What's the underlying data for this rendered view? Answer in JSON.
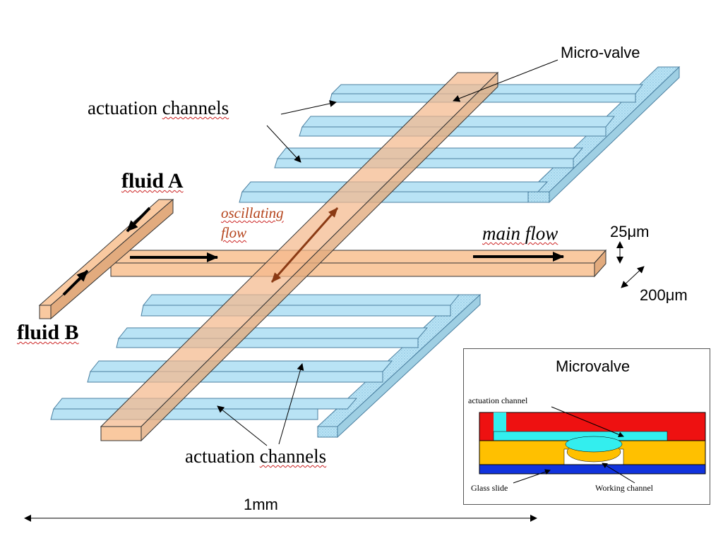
{
  "labels": {
    "micro_valve": "Micro-valve",
    "actuation_channels_top": "actuation channels",
    "actuation_channels_bottom": "actuation channels",
    "fluid_a": "fluid A",
    "fluid_b": "fluid B",
    "oscillating": "oscillating",
    "flow": "flow",
    "main_flow": "main flow",
    "dim_height": "25μm",
    "dim_width": "200μm",
    "dim_length": "1mm"
  },
  "inset": {
    "title": "Microvalve",
    "actuation_channel": "actuation channel",
    "glass_slide": "Glass slide",
    "working_channel": "Working  channel"
  },
  "colors": {
    "peach": "#f9c9a0",
    "peach_edge": "#c9996f",
    "blue": "#b9e3f5",
    "blue_edge": "#4a7fa0",
    "red": "#ee1111",
    "yellow": "#ffc000",
    "dark_blue": "#1133dd",
    "cyan": "#33eeee",
    "orange_text": "#b5441c"
  }
}
